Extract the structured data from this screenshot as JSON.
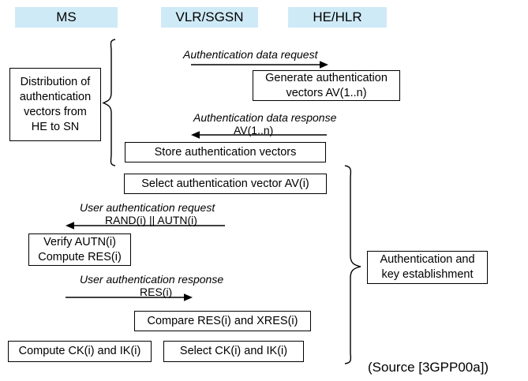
{
  "diagram": {
    "title_note": "(Source [3GPP00a])",
    "lanes": [
      {
        "name": "ms",
        "label": "MS"
      },
      {
        "name": "vlr-sgsn",
        "label": "VLR/SGSN"
      },
      {
        "name": "he-hlr",
        "label": "HE/HLR"
      }
    ],
    "phase_labels": [
      {
        "name": "distribution-of-authentication-vectors",
        "lines": [
          "Distribution of",
          "authentication",
          "vectors from",
          "HE to SN"
        ]
      },
      {
        "name": "authentication-and-key-establishment",
        "lines": [
          "Authentication and",
          "key establishment"
        ]
      }
    ],
    "process_boxes": [
      {
        "name": "generate-authentication-vectors",
        "lines": [
          "Generate authentication",
          "vectors AV(1..n)"
        ]
      },
      {
        "name": "store-authentication-vectors",
        "lines": [
          "Store authentication vectors"
        ]
      },
      {
        "name": "select-authentication-vector",
        "lines": [
          "Select authentication vector AV(i)"
        ]
      },
      {
        "name": "verify-autn-compute-res",
        "lines": [
          "Verify AUTN(i)",
          "Compute RES(i)"
        ]
      },
      {
        "name": "compare-res-and-xres",
        "lines": [
          "Compare RES(i) and XRES(i)"
        ]
      },
      {
        "name": "compute-ck-and-ik",
        "lines": [
          "Compute CK(i) and IK(i)"
        ]
      },
      {
        "name": "select-ck-and-ik",
        "lines": [
          "Select CK(i) and IK(i)"
        ]
      }
    ],
    "messages": [
      {
        "name": "authentication-data-request",
        "title": "Authentication data request",
        "payload": "",
        "direction": "right"
      },
      {
        "name": "authentication-data-response",
        "title": "Authentication data response",
        "payload": "AV(1..n)",
        "direction": "left"
      },
      {
        "name": "user-authentication-request",
        "title": "User authentication request",
        "payload": "RAND(i) || AUTN(i)",
        "direction": "left"
      },
      {
        "name": "user-authentication-response",
        "title": "User authentication response",
        "payload": "RES(i)",
        "direction": "right"
      }
    ],
    "colors": {
      "lane_header_fill": "#cfeaf7",
      "line": "#000000",
      "box_fill": "#ffffff",
      "background": "#ffffff"
    }
  }
}
